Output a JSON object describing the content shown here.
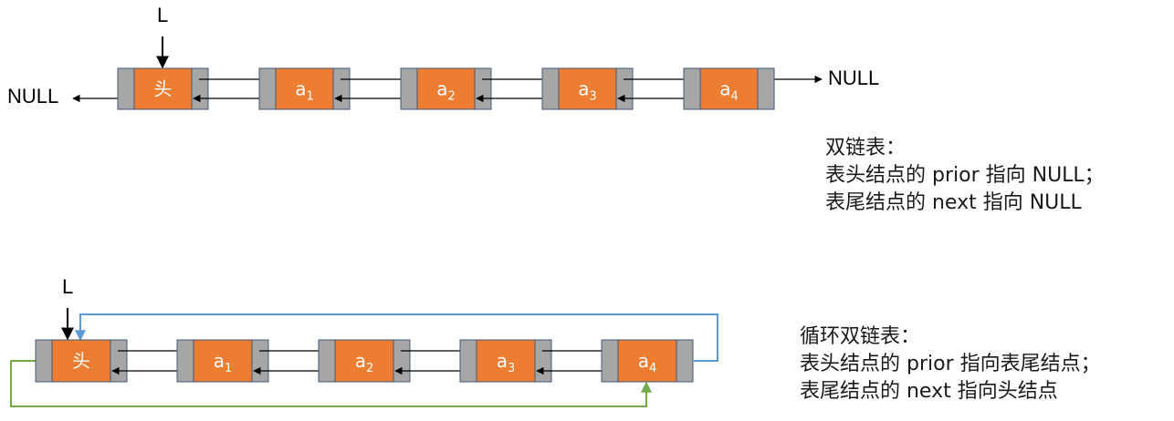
{
  "colors": {
    "node_fill": "#ED7D31",
    "pointer_fill": "#A6A6A6",
    "border": "#42587A",
    "arrow": "#000000",
    "circular_prior_link": "#5B9BD5",
    "circular_next_link": "#70AD47"
  },
  "top_diagram": {
    "head_pointer_label": "L",
    "null_left": "NULL",
    "null_right": "NULL",
    "nodes": [
      {
        "label": "头",
        "sub": ""
      },
      {
        "label": "a",
        "sub": "1"
      },
      {
        "label": "a",
        "sub": "2"
      },
      {
        "label": "a",
        "sub": "3"
      },
      {
        "label": "a",
        "sub": "4"
      }
    ],
    "caption": {
      "title": "双链表：",
      "line1": "表头结点的 prior 指向 NULL；",
      "line2": "表尾结点的 next 指向 NULL"
    }
  },
  "bottom_diagram": {
    "head_pointer_label": "L",
    "nodes": [
      {
        "label": "头",
        "sub": ""
      },
      {
        "label": "a",
        "sub": "1"
      },
      {
        "label": "a",
        "sub": "2"
      },
      {
        "label": "a",
        "sub": "3"
      },
      {
        "label": "a",
        "sub": "4"
      }
    ],
    "caption": {
      "title": "循环双链表：",
      "line1": "表头结点的 prior 指向表尾结点；",
      "line2": "表尾结点的 next 指向头结点"
    }
  }
}
